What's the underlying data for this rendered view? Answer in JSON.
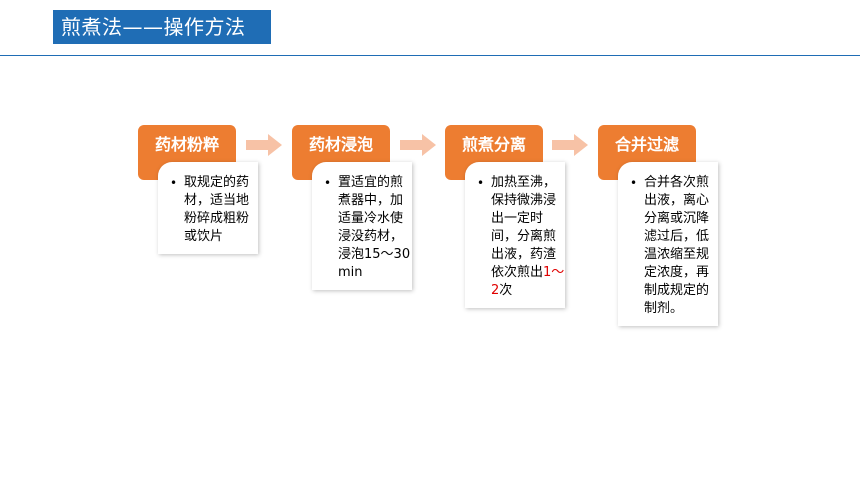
{
  "slide": {
    "title": "煎煮法——操作方法"
  },
  "steps": [
    {
      "label": "药材粉粹",
      "text": "取规定的药材，适当地粉碎成粗粉或饮片"
    },
    {
      "label": "药材浸泡",
      "text": "置适宜的煎煮器中，加适量冷水使浸没药材，浸泡15～30min"
    },
    {
      "label": "煎煮分离",
      "text_before": "加热至沸，保持微沸浸出一定时间，分离煎出液，药渣依次煎出",
      "text_highlight": "1～2",
      "text_after": "次"
    },
    {
      "label": "合并过滤",
      "text": "合并各次煎出液，离心分离或沉降滤过后，低温浓缩至规定浓度，再制成规定的制剂。"
    }
  ],
  "colors": {
    "title_bg": "#1f6db5",
    "step_header": "#ed7d31",
    "arrow": "#f7c2a6",
    "highlight": "#e00000"
  },
  "icons": {
    "arrow": "right-arrow-icon",
    "bullet": "bullet-dot-icon"
  }
}
